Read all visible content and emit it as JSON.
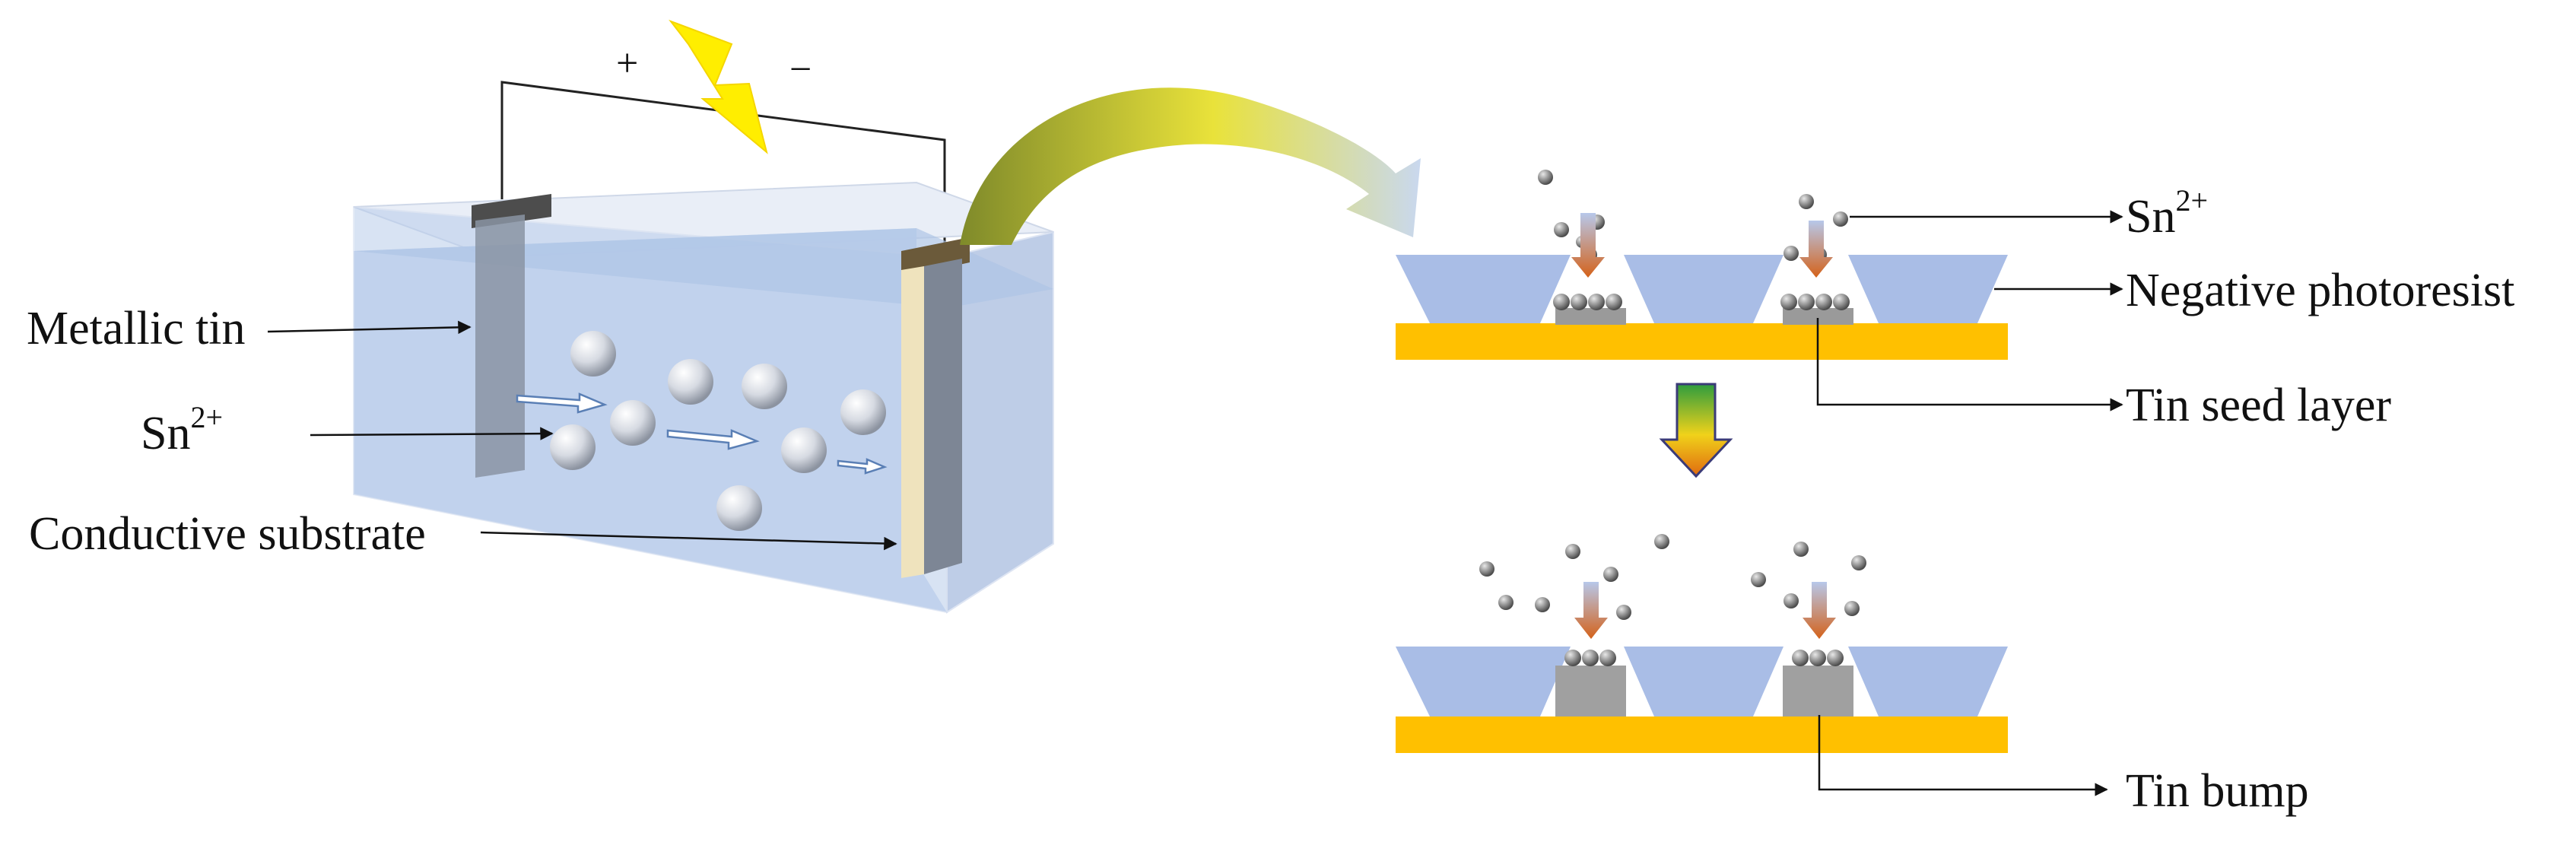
{
  "power_source": {
    "plus": "+",
    "minus": "−"
  },
  "labels": {
    "metallic_tin": "Metallic tin",
    "sn_ion_left": {
      "base": "Sn",
      "sup": "2+"
    },
    "conductive_substrate": "Conductive substrate",
    "sn_ion_right": {
      "base": "Sn",
      "sup": "2+"
    },
    "negative_photoresist": "Negative photoresist",
    "tin_seed_layer": "Tin seed layer",
    "tin_bump": "Tin bump"
  },
  "colors": {
    "photoresist": "#a9bde6",
    "substrate": "#ffc000",
    "tin_grey": "#a0a0a0",
    "electrolyte": "#c8d8f0",
    "bolt": "#ffee00",
    "deposit_arrow": "#d46a1e"
  }
}
